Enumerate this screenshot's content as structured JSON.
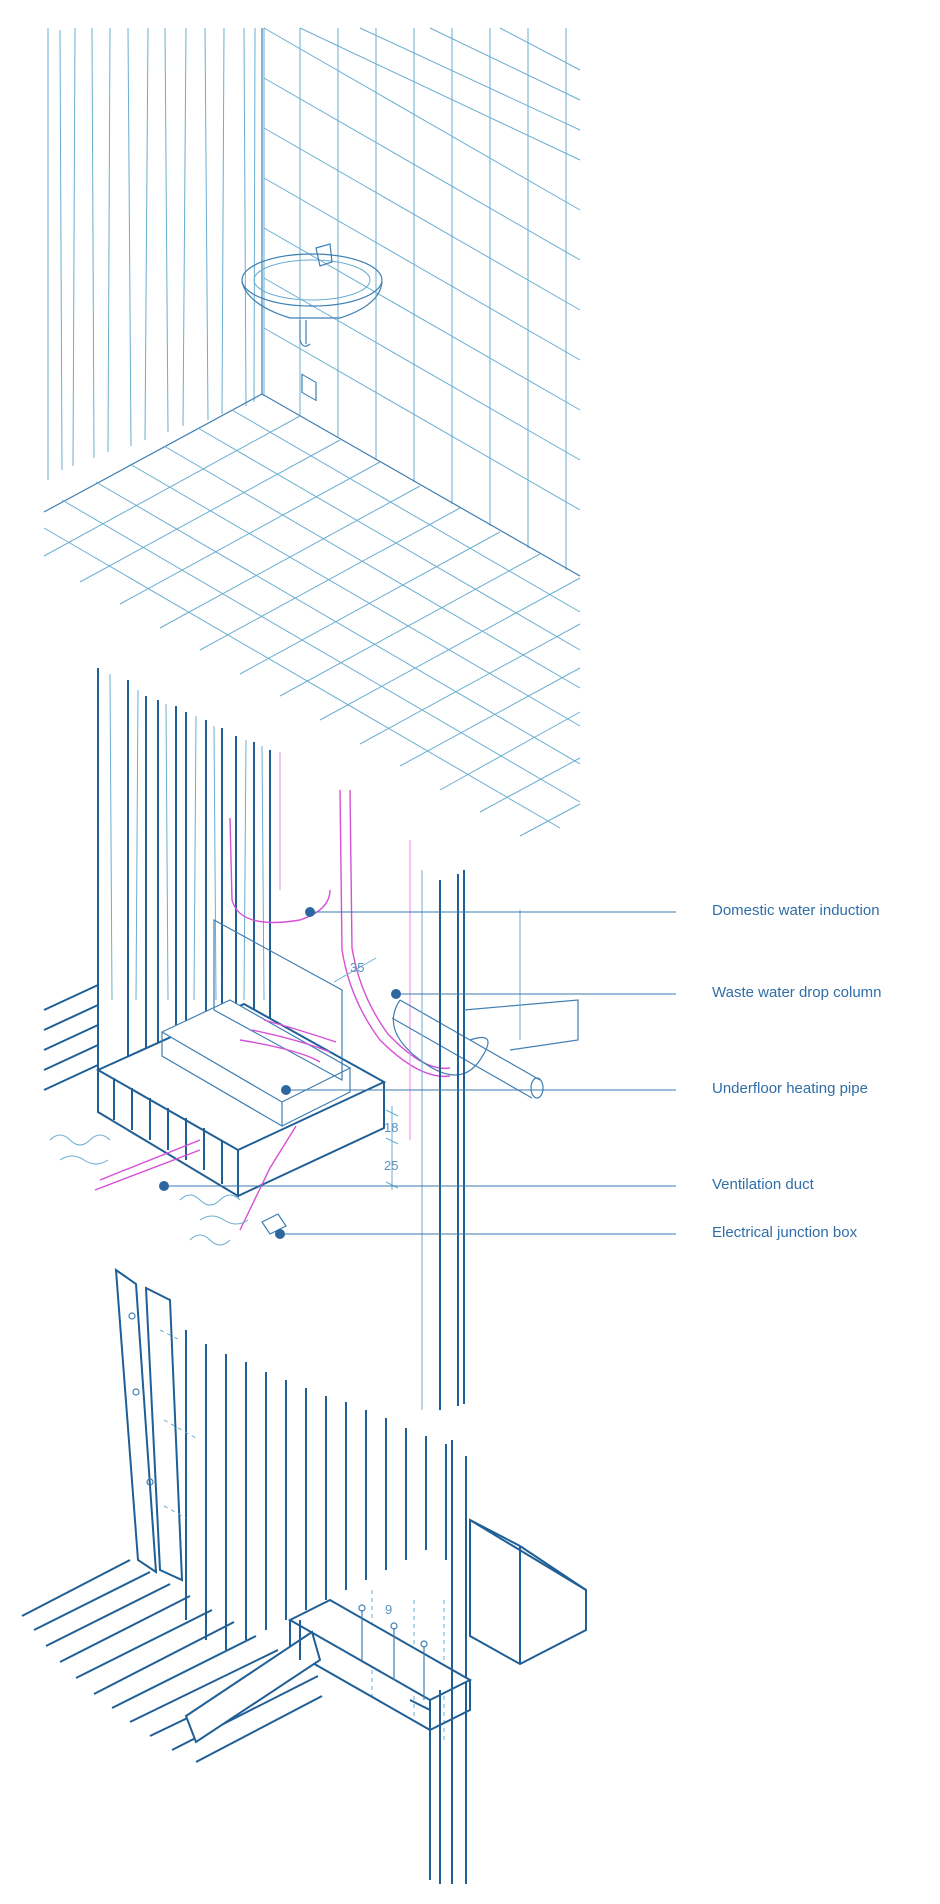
{
  "callouts": [
    {
      "label": "Domestic water induction"
    },
    {
      "label": "Waste water drop column"
    },
    {
      "label": "Underfloor heating pipe"
    },
    {
      "label": "Ventilation duct"
    },
    {
      "label": "Electrical junction box"
    }
  ],
  "dimensions": {
    "d1": "35",
    "d2": "18",
    "d3": "25",
    "d4": "9"
  },
  "colors": {
    "light_line": "#6aaed0",
    "dark_line": "#1f5f95",
    "services_pink": "#d64fd6",
    "label_text": "#2f6ea6"
  }
}
